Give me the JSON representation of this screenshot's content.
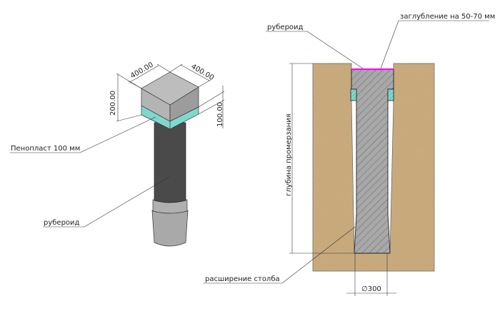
{
  "iso_view": {
    "dim_width_1": "400.00",
    "dim_width_2": "400.00",
    "dim_height_cap": "200.00",
    "dim_height_foam": "100.00",
    "label_foam": "Пенопласт 100 мм",
    "label_roofing": "рубероид"
  },
  "section_view": {
    "label_roofing": "рубероид",
    "label_recess": "заглубление на 50-70 мм",
    "label_depth": "глубина промерзания",
    "label_widening": "расширение столба",
    "label_diameter": "∅300"
  },
  "colors": {
    "soil": "#c8a878",
    "concrete": "#a9a9a9",
    "foam": "#7fd8cc",
    "roofing_line": "#ff00ff",
    "roofing_dark": "#4a4a4a"
  }
}
